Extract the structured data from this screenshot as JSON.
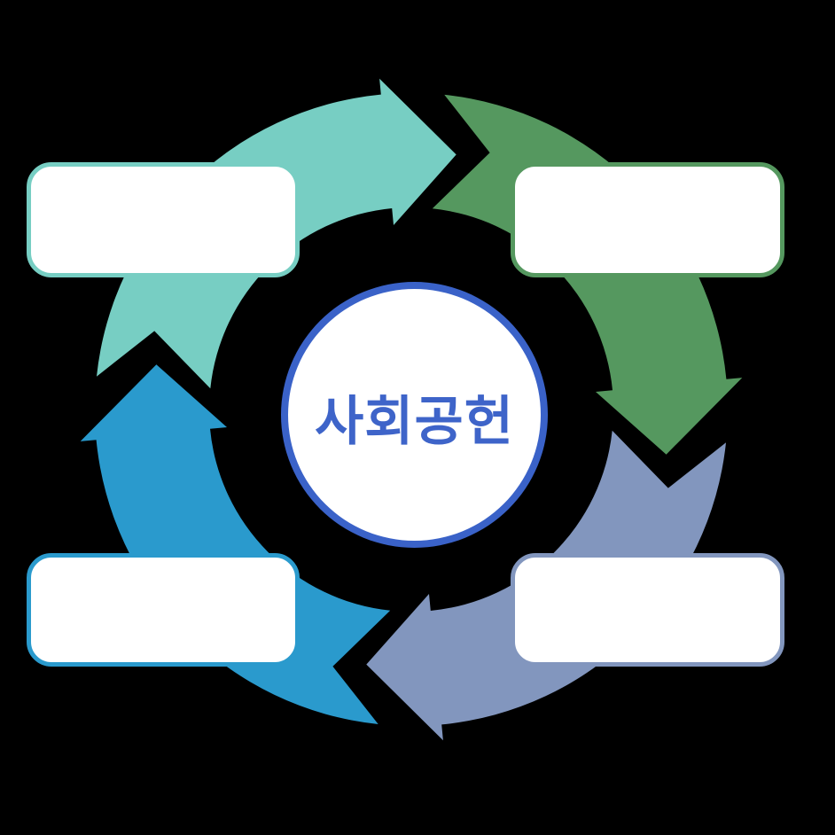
{
  "diagram": {
    "type": "cycle",
    "direction": "clockwise",
    "center": {
      "label": "사회공헌"
    },
    "nodes": [
      {
        "position": "top-left",
        "label": "",
        "accent": "teal"
      },
      {
        "position": "top-right",
        "label": "",
        "accent": "green"
      },
      {
        "position": "bottom-right",
        "label": "",
        "accent": "slate"
      },
      {
        "position": "bottom-left",
        "label": "",
        "accent": "blue"
      }
    ],
    "arrows": [
      {
        "name": "top",
        "color_key": "teal",
        "points": "right"
      },
      {
        "name": "right",
        "color_key": "green",
        "points": "down"
      },
      {
        "name": "bottom",
        "color_key": "slate",
        "points": "left"
      },
      {
        "name": "left",
        "color_key": "blue",
        "points": "up"
      }
    ]
  },
  "colors": {
    "background": "#000000",
    "teal": "#77CEC3",
    "green": "#55985F",
    "slate": "#8296BE",
    "blue": "#2A9ACD",
    "center-border": "#3A62C8",
    "center-text": "#3E64C9",
    "box-fill": "#FFFFFF"
  }
}
